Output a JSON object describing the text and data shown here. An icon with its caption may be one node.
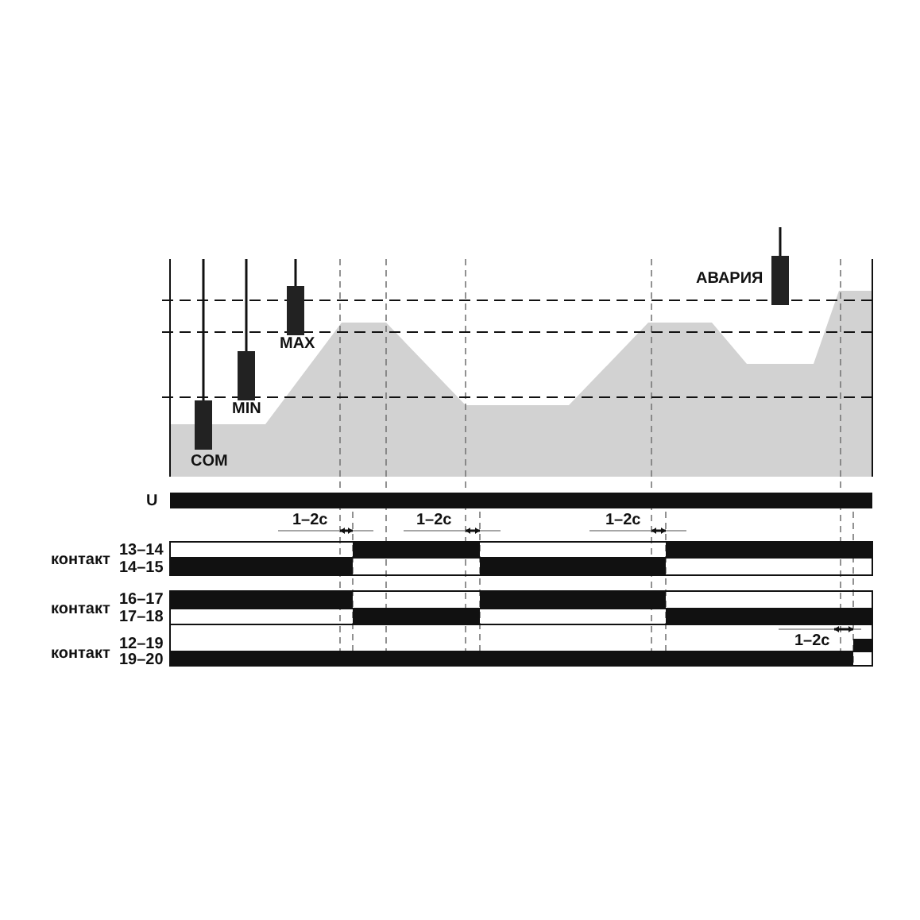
{
  "diagram": {
    "labels": [
      "АВАРИЯ",
      "MAX",
      "MIN",
      "COM",
      "U",
      "1–2с",
      "1–2с",
      "1–2с",
      "контакт",
      "13–14",
      "14–15",
      "контакт",
      "16–17",
      "17–18",
      "1–2с",
      "контакт",
      "12–19",
      "19–20"
    ]
  }
}
